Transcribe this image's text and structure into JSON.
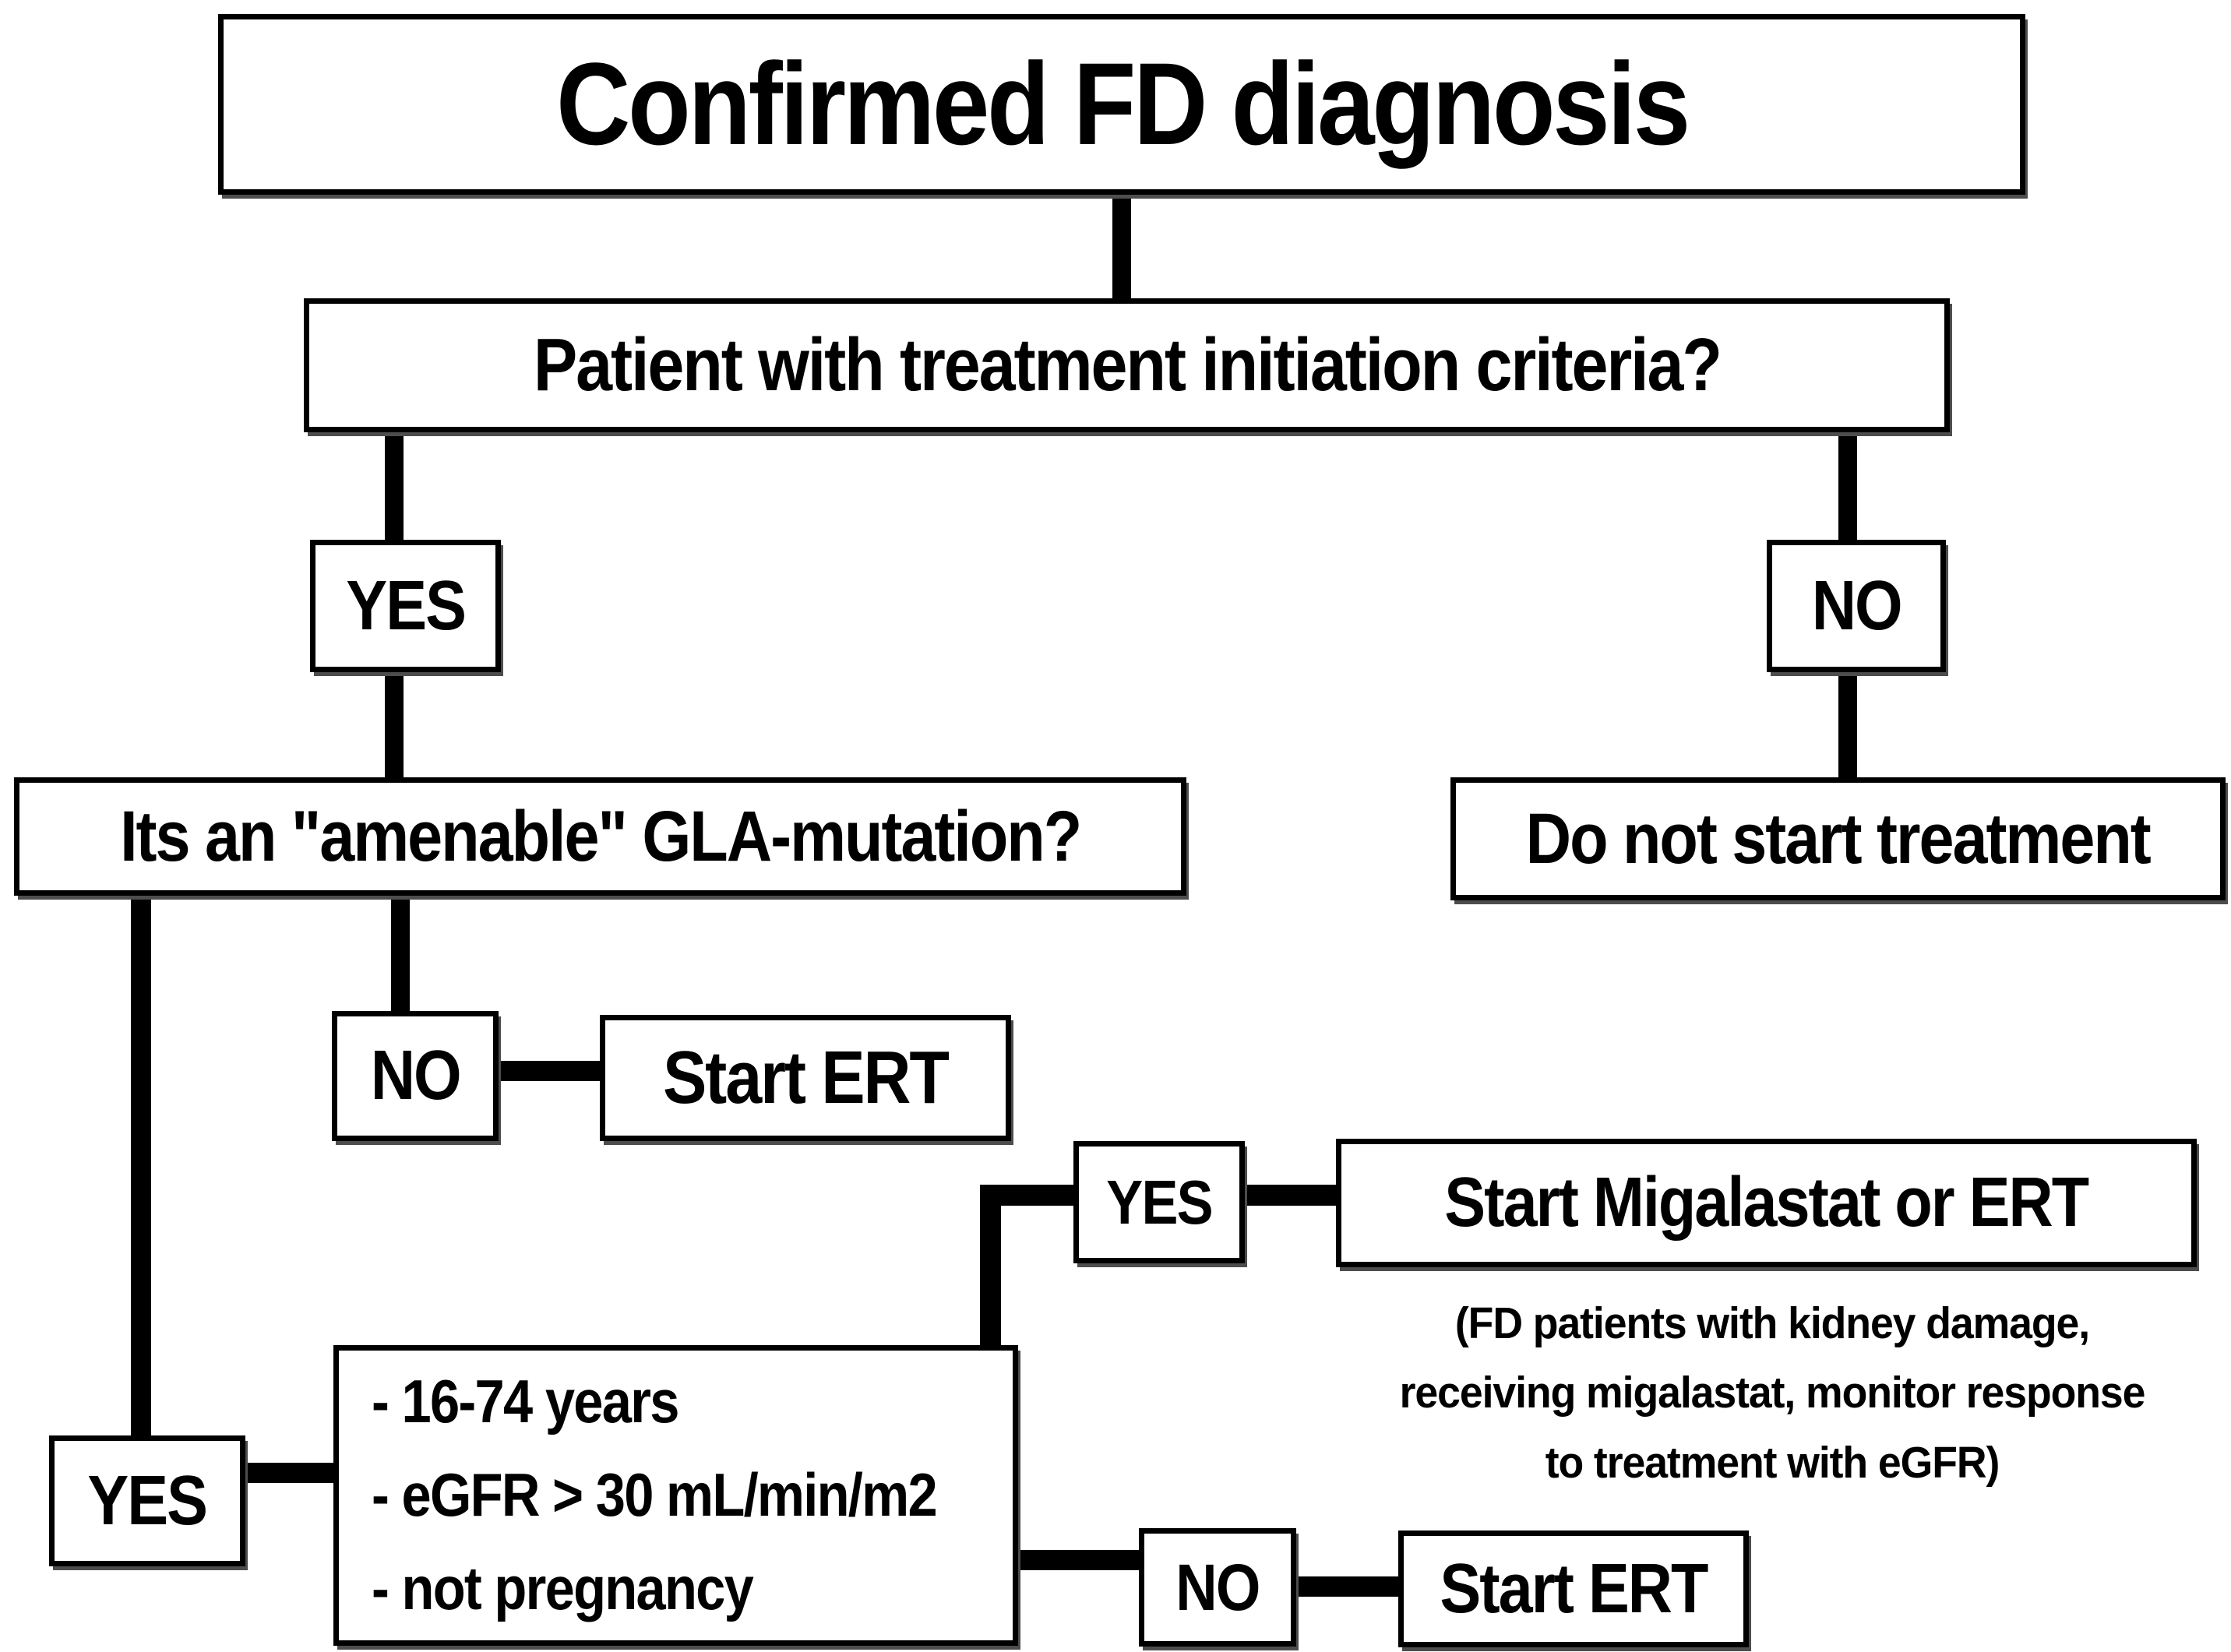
{
  "diagram": {
    "background_color": "#ffffff",
    "box_fill_color": "#ffffff",
    "box_border_color": "#000000",
    "text_color": "#000000",
    "connector_color": "#000000",
    "nodes": {
      "confirmed": "Confirmed FD diagnosis",
      "treatment_criteria_question": "Patient with treatment initiation criteria?",
      "yes_treatment_criteria": "YES",
      "no_treatment_criteria": "NO",
      "amenable_question": "Its an \"amenable\" GLA-mutation?",
      "do_not_start": "Do not start treatment",
      "no_amenable": "NO",
      "start_ert_non_amenable": "Start ERT",
      "yes_amenable": "YES",
      "criteria_items": [
        "- 16-74 years",
        "- eGFR > 30 mL/min/m2",
        "- not pregnancy"
      ],
      "yes_criteria_met": "YES",
      "start_migalastat": "Start Migalastat or ERT",
      "migalastat_note": "(FD patients with kidney damage,\nreceiving migalastat, monitor response\nto treatment with eGFR)",
      "no_criteria_not_met": "NO",
      "start_ert_criteria_not_met": "Start ERT"
    }
  }
}
